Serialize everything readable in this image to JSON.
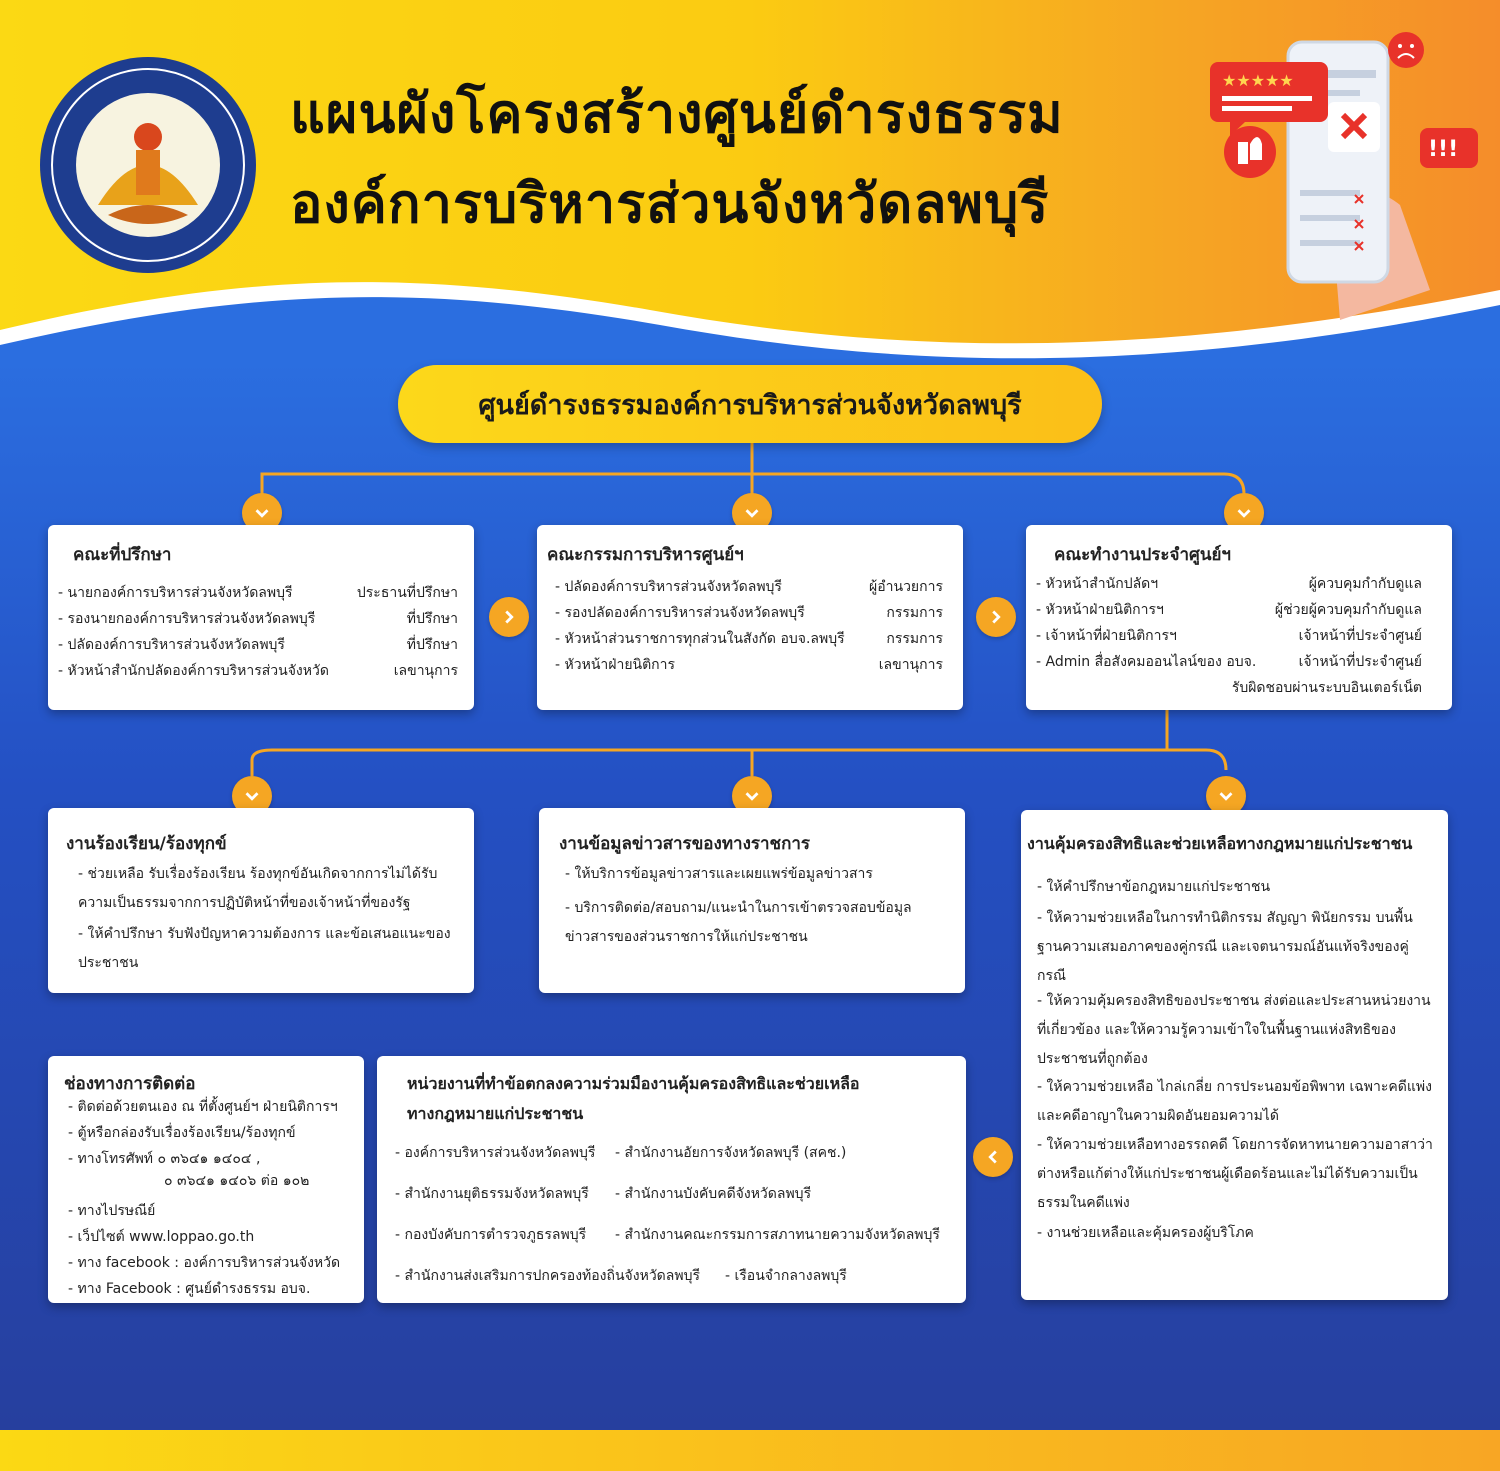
{
  "header": {
    "title_line1": "แผนผังโครงสร้างศูนย์ดำรงธรรม",
    "title_line2": "องค์การบริหารส่วนจังหวัดลพบุรี",
    "logo_icon": "provincial-seal-icon",
    "illustration_icon": "phone-feedback-icon"
  },
  "center": {
    "label": "ศูนย์ดำรงธรรมองค์การบริหารส่วนจังหวัดลพบุรี"
  },
  "advisory": {
    "title": "คณะที่ปรึกษา",
    "rows": [
      {
        "name": "-  นายกองค์การบริหารส่วนจังหวัดลพบุรี",
        "role": "ประธานที่ปรึกษา"
      },
      {
        "name": "-  รองนายกองค์การบริหารส่วนจังหวัดลพบุรี",
        "role": "ที่ปรึกษา"
      },
      {
        "name": "-  ปลัดองค์การบริหารส่วนจังหวัดลพบุรี",
        "role": "ที่ปรึกษา"
      },
      {
        "name": "-  หัวหน้าสำนักปลัดองค์การบริหารส่วนจังหวัด",
        "role": "เลขานุการ"
      }
    ]
  },
  "committee": {
    "title": "คณะกรรมการบริหารศูนย์ฯ",
    "rows": [
      {
        "name": "-  ปลัดองค์การบริหารส่วนจังหวัดลพบุรี",
        "role": "ผู้อำนวยการ"
      },
      {
        "name": "-  รองปลัดองค์การบริหารส่วนจังหวัดลพบุรี",
        "role": "กรรมการ"
      },
      {
        "name": "-  หัวหน้าส่วนราชการทุกส่วนในสังกัด อบจ.ลพบุรี",
        "role": "กรรมการ"
      },
      {
        "name": "-  หัวหน้าฝ่ายนิติการ",
        "role": "เลขานุการ"
      }
    ]
  },
  "working": {
    "title": "คณะทำงานประจำศูนย์ฯ",
    "rows": [
      {
        "name": "-  หัวหน้าสำนักปลัดฯ",
        "role": "ผู้ควบคุมกำกับดูแล"
      },
      {
        "name": "-  หัวหน้าฝ่ายนิติการฯ",
        "role": "ผู้ช่วยผู้ควบคุมกำกับดูแล"
      },
      {
        "name": "-  เจ้าหน้าที่ฝ่ายนิติการฯ",
        "role": "เจ้าหน้าที่ประจำศูนย์"
      },
      {
        "name": "-  Admin สื่อสังคมออนไลน์ของ อบจ.",
        "role": "เจ้าหน้าที่ประจำศูนย์"
      },
      {
        "name": "",
        "role": "รับผิดชอบผ่านระบบอินเตอร์เน็ต"
      }
    ]
  },
  "complaints": {
    "title": "งานร้องเรียน/ร้องทุกข์",
    "items": [
      "ช่วยเหลือ รับเรื่องร้องเรียน ร้องทุกข์อันเกิดจากการไม่ได้รับความเป็นธรรมจากการปฏิบัติหน้าที่ของเจ้าหน้าที่ของรัฐ",
      "ให้คำปรึกษา รับฟังปัญหาความต้องการ และข้อเสนอแนะของประชาชน"
    ]
  },
  "info": {
    "title": "งานข้อมูลข่าวสารของทางราชการ",
    "items": [
      "ให้บริการข้อมูลข่าวสารและเผยแพร่ข้อมูลข่าวสาร",
      "บริการติดต่อ/สอบถาม/แนะนำในการเข้าตรวจสอบข้อมูลข่าวสารของส่วนราชการให้แก่ประชาชน"
    ]
  },
  "legal": {
    "title": "งานคุ้มครองสิทธิและช่วยเหลือทางกฎหมายแก่ประชาชน",
    "items": [
      "ให้คำปรึกษาข้อกฎหมายแก่ประชาชน",
      "ให้ความช่วยเหลือในการทำนิติกรรม สัญญา พินัยกรรม บนพื้นฐานความเสมอภาคของคู่กรณี และเจตนารมณ์อันแท้จริงของคู่กรณี",
      "ให้ความคุ้มครองสิทธิของประชาชน ส่งต่อและประสานหน่วยงานที่เกี่ยวข้อง และให้ความรู้ความเข้าใจในพื้นฐานแห่งสิทธิของประชาชนที่ถูกต้อง",
      "ให้ความช่วยเหลือ ไกล่เกลี่ย การประนอมข้อพิพาท เฉพาะคดีแพ่งและคดีอาญาในความผิดอันยอมความได้",
      "ให้ความช่วยเหลือทางอรรถคดี โดยการจัดหาทนายความอาสาว่าต่างหรือแก้ต่างให้แก่ประชาชนผู้เดือดร้อนและไม่ได้รับความเป็นธรรมในคดีแพ่ง",
      "งานช่วยเหลือและคุ้มครองผู้บริโภค"
    ]
  },
  "contact": {
    "title": "ช่องทางการติดต่อ",
    "lines": [
      "-  ติดต่อด้วยตนเอง ณ ที่ตั้งศูนย์ฯ ฝ่ายนิติการฯ",
      "-  ตู้หรือกล่องรับเรื่องร้องเรียน/ร้องทุกข์",
      "-  ทางโทรศัพท์ ๐ ๓๖๔๑ ๑๔๐๔ ,",
      "๐ ๓๖๔๑ ๑๔๐๖ ต่อ ๑๐๒",
      "-  ทางไปรษณีย์",
      "-  เว็ปไซต์ www.loppao.go.th",
      "-  ทาง facebook : องค์การบริหารส่วนจังหวัด",
      "-  ทาง Facebook : ศูนย์ดำรงธรรม อบจ."
    ]
  },
  "partners": {
    "title_line1": "หน่วยงานที่ทำข้อตกลงความร่วมมืองานคุ้มครองสิทธิและช่วยเหลือ",
    "title_line2": "ทางกฎหมายแก่ประชาชน",
    "rows": [
      [
        "-  องค์การบริหารส่วนจังหวัดลพบุรี",
        "-  สำนักงานอัยการจังหวัดลพบุรี (สคช.)"
      ],
      [
        "-  สำนักงานยุติธรรมจังหวัดลพบุรี",
        "-  สำนักงานบังคับคดีจังหวัดลพบุรี"
      ],
      [
        "-  กองบังคับการตำรวจภูธรลพบุรี",
        "-  สำนักงานคณะกรรมการสภาทนายความจังหวัดลพบุรี"
      ],
      [
        "-  สำนักงานส่งเสริมการปกครองท้องถิ่นจังหวัดลพบุรี",
        "-  เรือนจำกลางลพบุรี"
      ]
    ]
  },
  "icons": {
    "down_chevron": "chevron-down-icon",
    "right_chevron": "chevron-right-icon",
    "left_chevron": "chevron-left-icon"
  },
  "colors": {
    "accent_orange": "#f5a623",
    "header_yellow": "#fbd914",
    "background_blue": "#2450c3"
  }
}
